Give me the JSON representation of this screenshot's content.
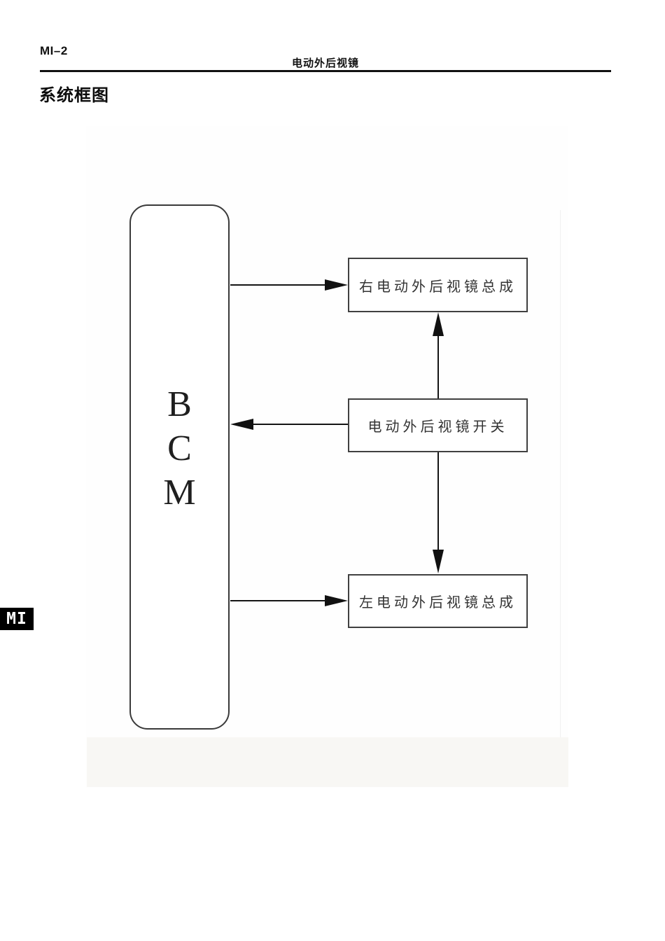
{
  "page": {
    "page_number": "MI–2",
    "section_title": "电动外后视镜",
    "heading": "系统框图",
    "side_tab": "MI"
  },
  "diagram": {
    "bcm": {
      "letters": [
        "B",
        "C",
        "M"
      ]
    },
    "boxes": {
      "right_mirror": "右电动外后视镜总成",
      "switch": "电动外后视镜开关",
      "left_mirror": "左电动外后视镜总成"
    },
    "connections": [
      {
        "from": "BCM",
        "to": "right_mirror",
        "direction": "right"
      },
      {
        "from": "switch",
        "to": "BCM",
        "direction": "left"
      },
      {
        "from": "switch",
        "to": "right_mirror",
        "direction": "up"
      },
      {
        "from": "switch",
        "to": "left_mirror",
        "direction": "down"
      },
      {
        "from": "BCM",
        "to": "left_mirror",
        "direction": "right"
      }
    ],
    "colors": {
      "line": "#141414",
      "box_border": "#404040",
      "box_text": "#333333",
      "strip_background": "#f8f7f4",
      "tab_background": "#000000",
      "tab_text": "#ffffff"
    }
  }
}
